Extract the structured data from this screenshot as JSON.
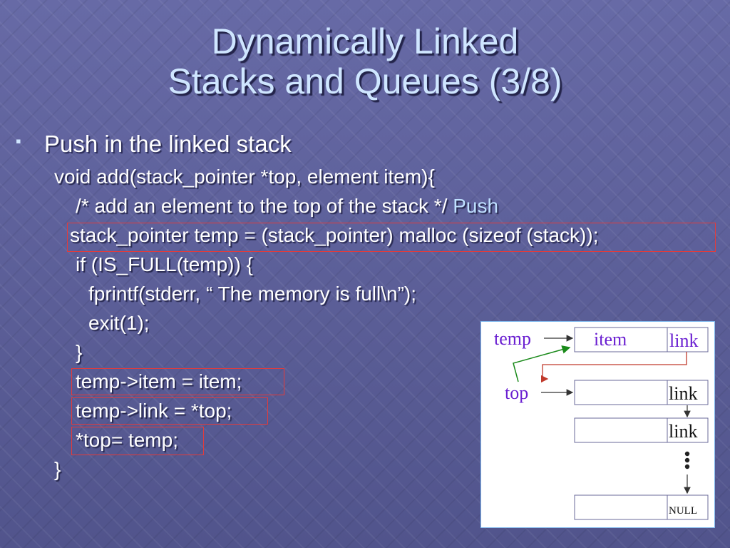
{
  "slide": {
    "title_line1": "Dynamically Linked",
    "title_line2": "Stacks and Queues (3/8)",
    "bullet_heading": "Push in the linked stack",
    "code": {
      "line1": "void add(stack_pointer *top, element item){",
      "line2_comment": "/* add an element to the top of the stack */",
      "line2_label": "Push",
      "line3": "stack_pointer temp = (stack_pointer) malloc (sizeof (stack));",
      "line4": "if (IS_FULL(temp)) {",
      "line5": "fprintf(stderr, “ The memory is full\\n”);",
      "line6": "exit(1);",
      "line7": "}",
      "line8": "temp->item = item;",
      "line9": "temp->link = *top;",
      "line10": "*top= temp;",
      "line11": "}"
    }
  },
  "diagram": {
    "temp_label": "temp",
    "top_label": "top",
    "item_label": "item",
    "link_label": "link",
    "null_label": "NULL",
    "colors": {
      "label_purple": "#6a1fd1",
      "arrow_green": "#1a8a1a",
      "arrow_red": "#c0392b",
      "box_border": "#6a6a9a"
    }
  }
}
